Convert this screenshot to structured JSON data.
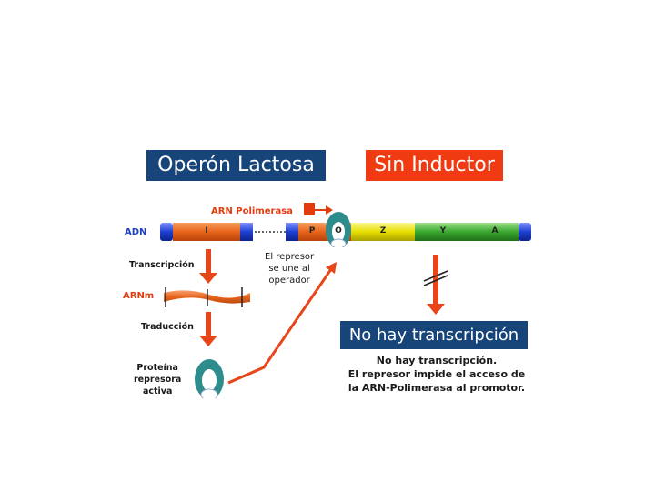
{
  "titles": {
    "operon": "Operón Lactosa",
    "condition": "Sin Inductor",
    "result": "No hay transcripción"
  },
  "dna": {
    "label": "ADN",
    "genes": {
      "i": "I",
      "p": "P",
      "o": "O",
      "z": "Z",
      "y": "Y",
      "a": "A"
    }
  },
  "labels": {
    "arn_polimerasa": "ARN Polimerasa",
    "transcripcion": "Transcripción",
    "arnm": "ARNm",
    "traduccion": "Traducción",
    "proteina": "Proteína\nrepresora\nactiva",
    "represor_une": "El represor\nse une al\noperador"
  },
  "description": "No hay transcripción.\nEl represor impide el acceso de\nla ARN-Polimerasa al promotor.",
  "colors": {
    "title_blue": "#17457a",
    "title_red": "#f03a12",
    "dna_blue": "#1f3fd0",
    "gene_orange": "#e8641a",
    "gene_yellow": "#e8e000",
    "gene_green": "#3aa830",
    "arrow_red": "#e8451a",
    "repressor_teal": "#2e8c8c"
  }
}
